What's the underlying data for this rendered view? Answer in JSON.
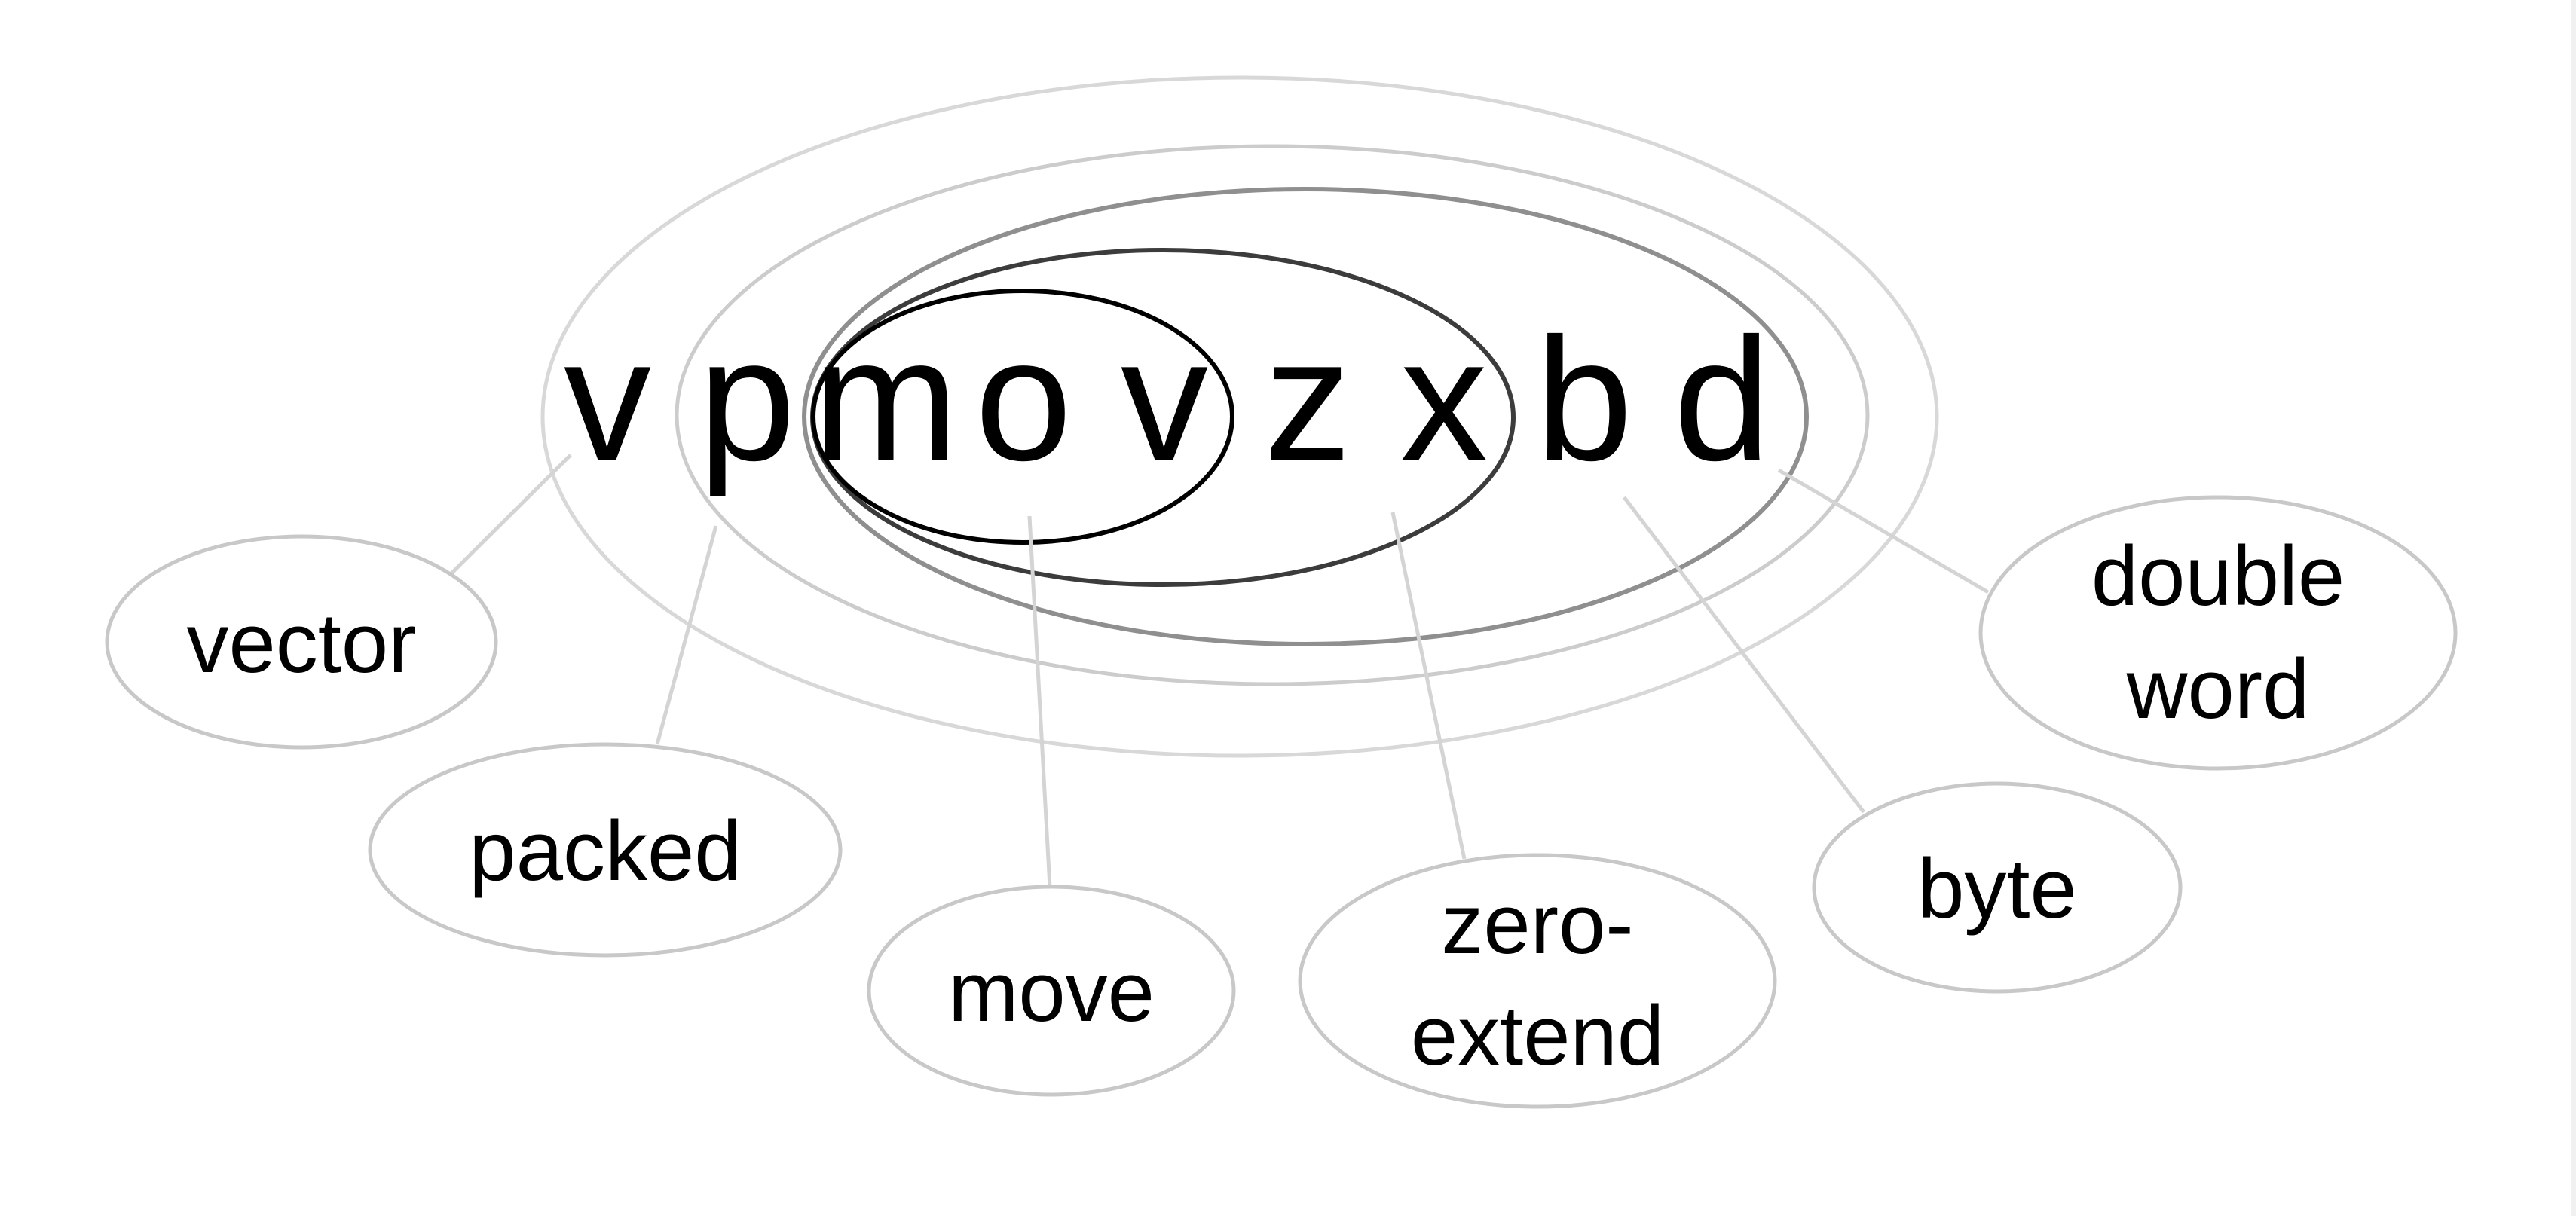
{
  "mnemonic": {
    "letters": [
      "v",
      "p",
      "m",
      "o",
      "v",
      "z",
      "x",
      "b",
      "d"
    ]
  },
  "parts": [
    {
      "id": "vector",
      "label_lines": [
        "vector"
      ]
    },
    {
      "id": "packed",
      "label_lines": [
        "packed"
      ]
    },
    {
      "id": "move",
      "label_lines": [
        "move"
      ]
    },
    {
      "id": "zero-extend",
      "label_lines": [
        "zero-",
        "extend"
      ]
    },
    {
      "id": "byte",
      "label_lines": [
        "byte"
      ]
    },
    {
      "id": "double-word",
      "label_lines": [
        "double",
        "word"
      ]
    }
  ],
  "colors": {
    "ring_outer": "#d8d8d8",
    "ring_packed": "#cccccc",
    "ring_size": "#8f8f8f",
    "ring_extend": "#3c3c3c",
    "ring_move": "#000000",
    "bubble_stroke": "#c8c8c8",
    "leader_line": "#d4d4d4",
    "text": "#000000"
  }
}
